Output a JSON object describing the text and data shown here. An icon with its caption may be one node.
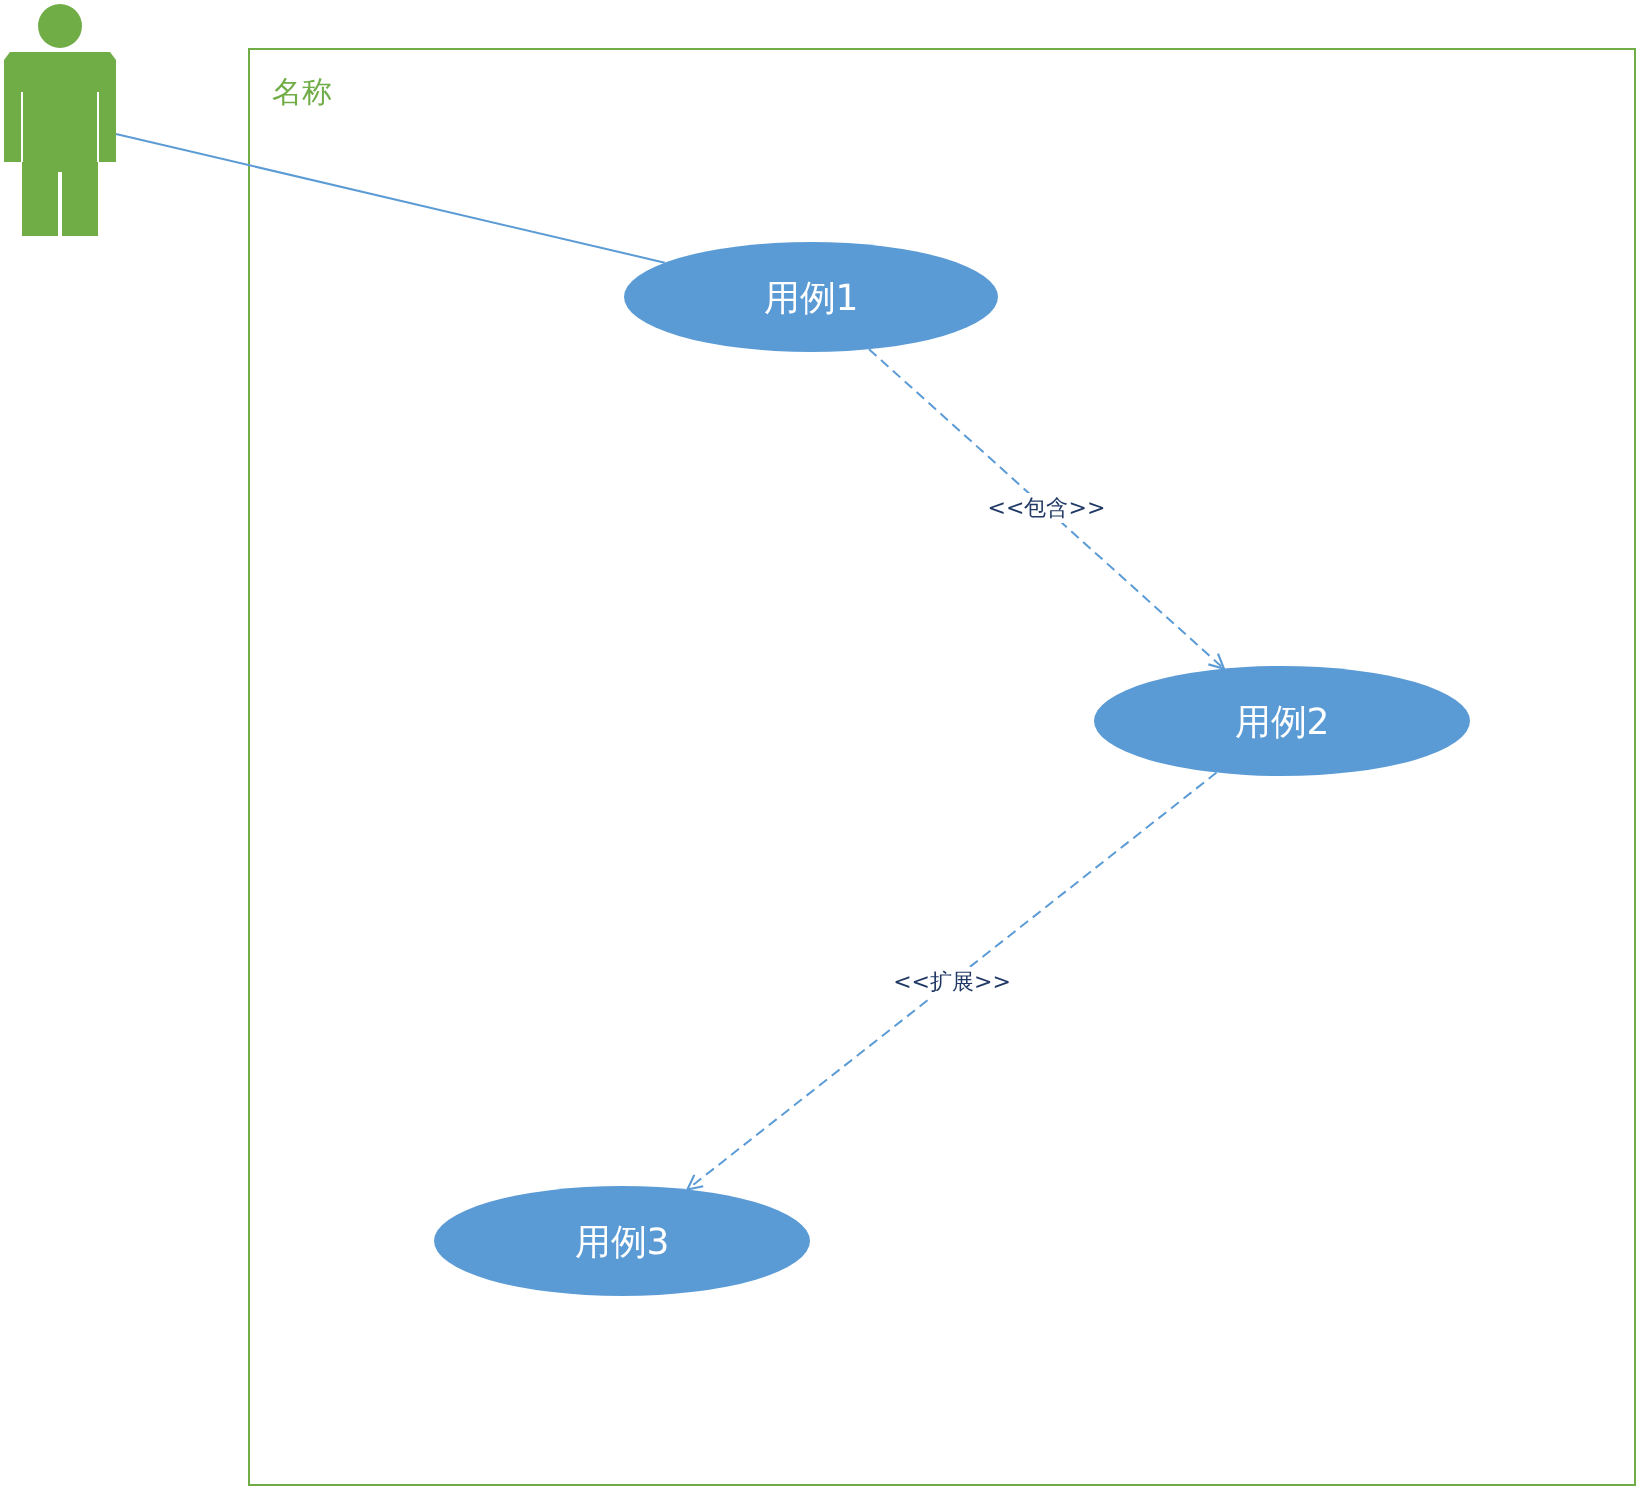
{
  "diagram": {
    "nodes": [
      {
        "text": [],
        "shape": "person"
      },
      {
        "text": [
          "名称"
        ]
      },
      {
        "text": [
          "用例1"
        ],
        "in": 1
      },
      {
        "text": [
          "用例2"
        ],
        "in": 1
      },
      {
        "text": [
          "用例3"
        ],
        "in": 1
      }
    ],
    "edges": [
      {
        "from": 0,
        "to": 2,
        "arrow": "none"
      },
      {
        "from": 2,
        "to": 3,
        "arrow": "to",
        "style": "dashed",
        "label": "<<包含>>"
      },
      {
        "from": 3,
        "to": 4,
        "arrow": "to",
        "style": "dashed",
        "label": "<<扩展>>"
      }
    ]
  }
}
